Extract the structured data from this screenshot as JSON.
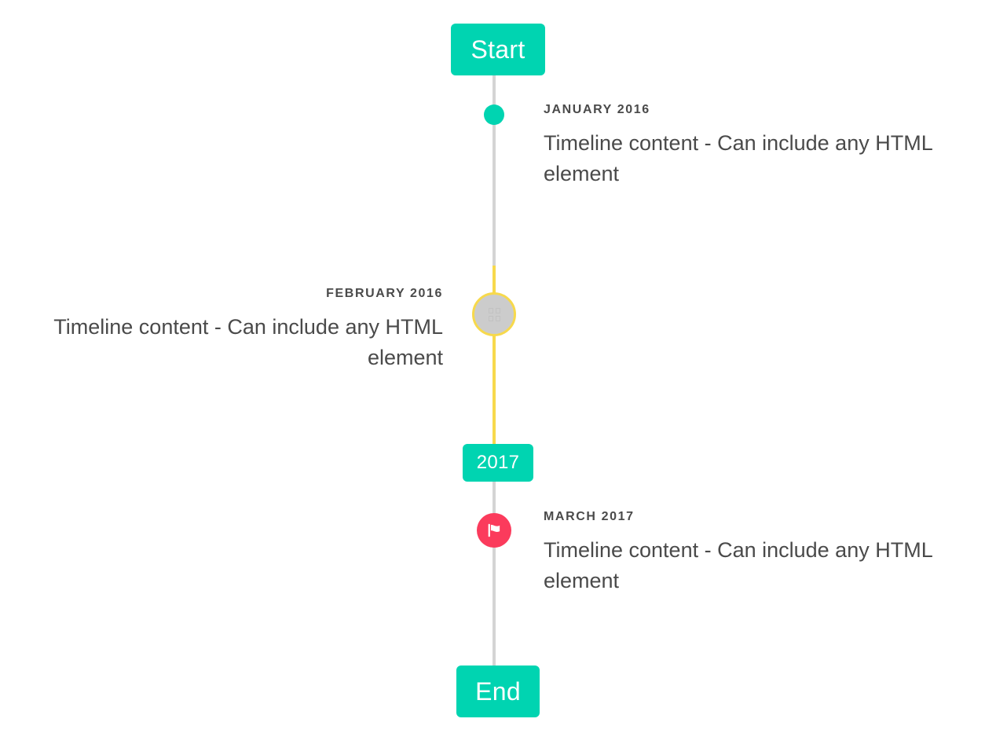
{
  "colors": {
    "accent_teal": "#00d4b1",
    "accent_yellow": "#f7d94c",
    "accent_pink": "#fb3b5c",
    "line_grey": "#d4d4d4",
    "marker_grey": "#cccccc",
    "text_grey": "#4a4a4a"
  },
  "caps": {
    "start_label": "Start",
    "year_label": "2017",
    "end_label": "End"
  },
  "entries": [
    {
      "date": "JANUARY 2016",
      "body": "Timeline content - Can include any HTML element",
      "side": "right",
      "marker": "dot-icon"
    },
    {
      "date": "FEBRUARY 2016",
      "body": "Timeline content - Can include any HTML element",
      "side": "left",
      "marker": "missing-glyph-icon"
    },
    {
      "date": "MARCH 2017",
      "body": "Timeline content - Can include any HTML element",
      "side": "right",
      "marker": "flag-icon"
    }
  ]
}
